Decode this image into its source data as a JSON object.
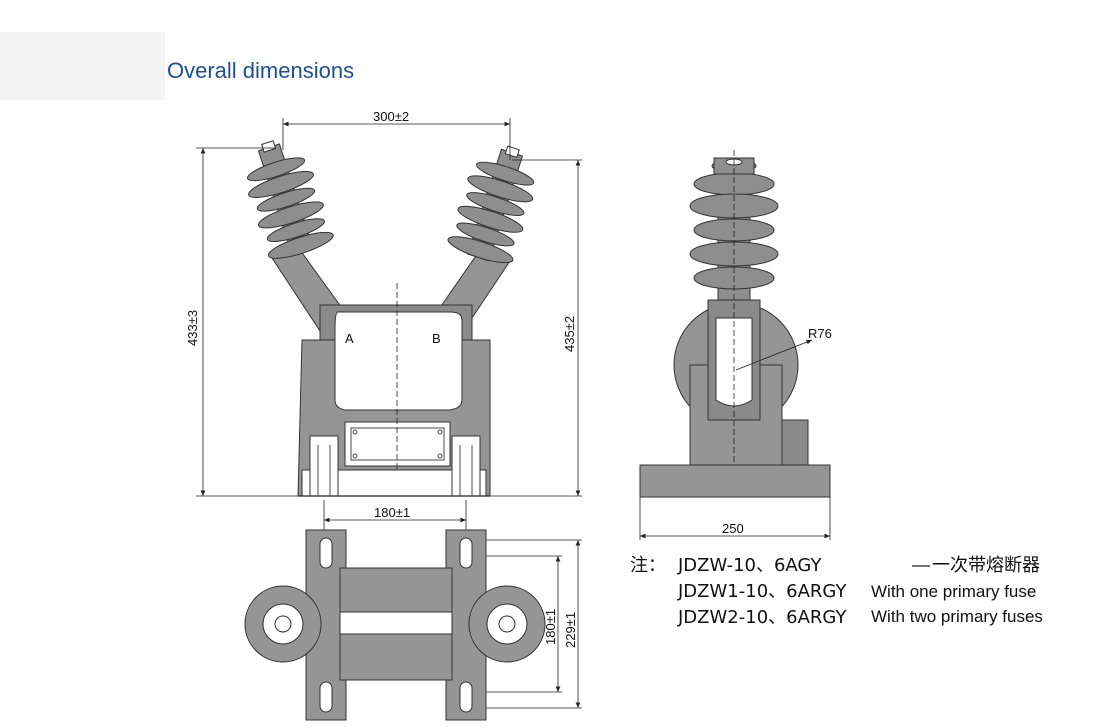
{
  "title": "Overall dimensions",
  "dimensions": {
    "top_width": "300±2",
    "left_height": "433±3",
    "right_height": "435±2",
    "bottom_width": "180±1",
    "base_width": "250",
    "radius": "R76",
    "mount_180": "180±1",
    "mount_229": "229±1"
  },
  "terminals": {
    "a": "A",
    "b": "B"
  },
  "notes": {
    "prefix": "注：",
    "lines": [
      {
        "model": "JDZW-10、6AGY",
        "desc": "一次带熔断器"
      },
      {
        "model": "JDZW1-10、6ARGY",
        "desc": "With one primary fuse"
      },
      {
        "model": "JDZW2-10、6ARGY",
        "desc": "With two primary fuses"
      }
    ]
  },
  "colors": {
    "title": "#1d4e9a",
    "body": "#959595",
    "line": "#222222"
  }
}
